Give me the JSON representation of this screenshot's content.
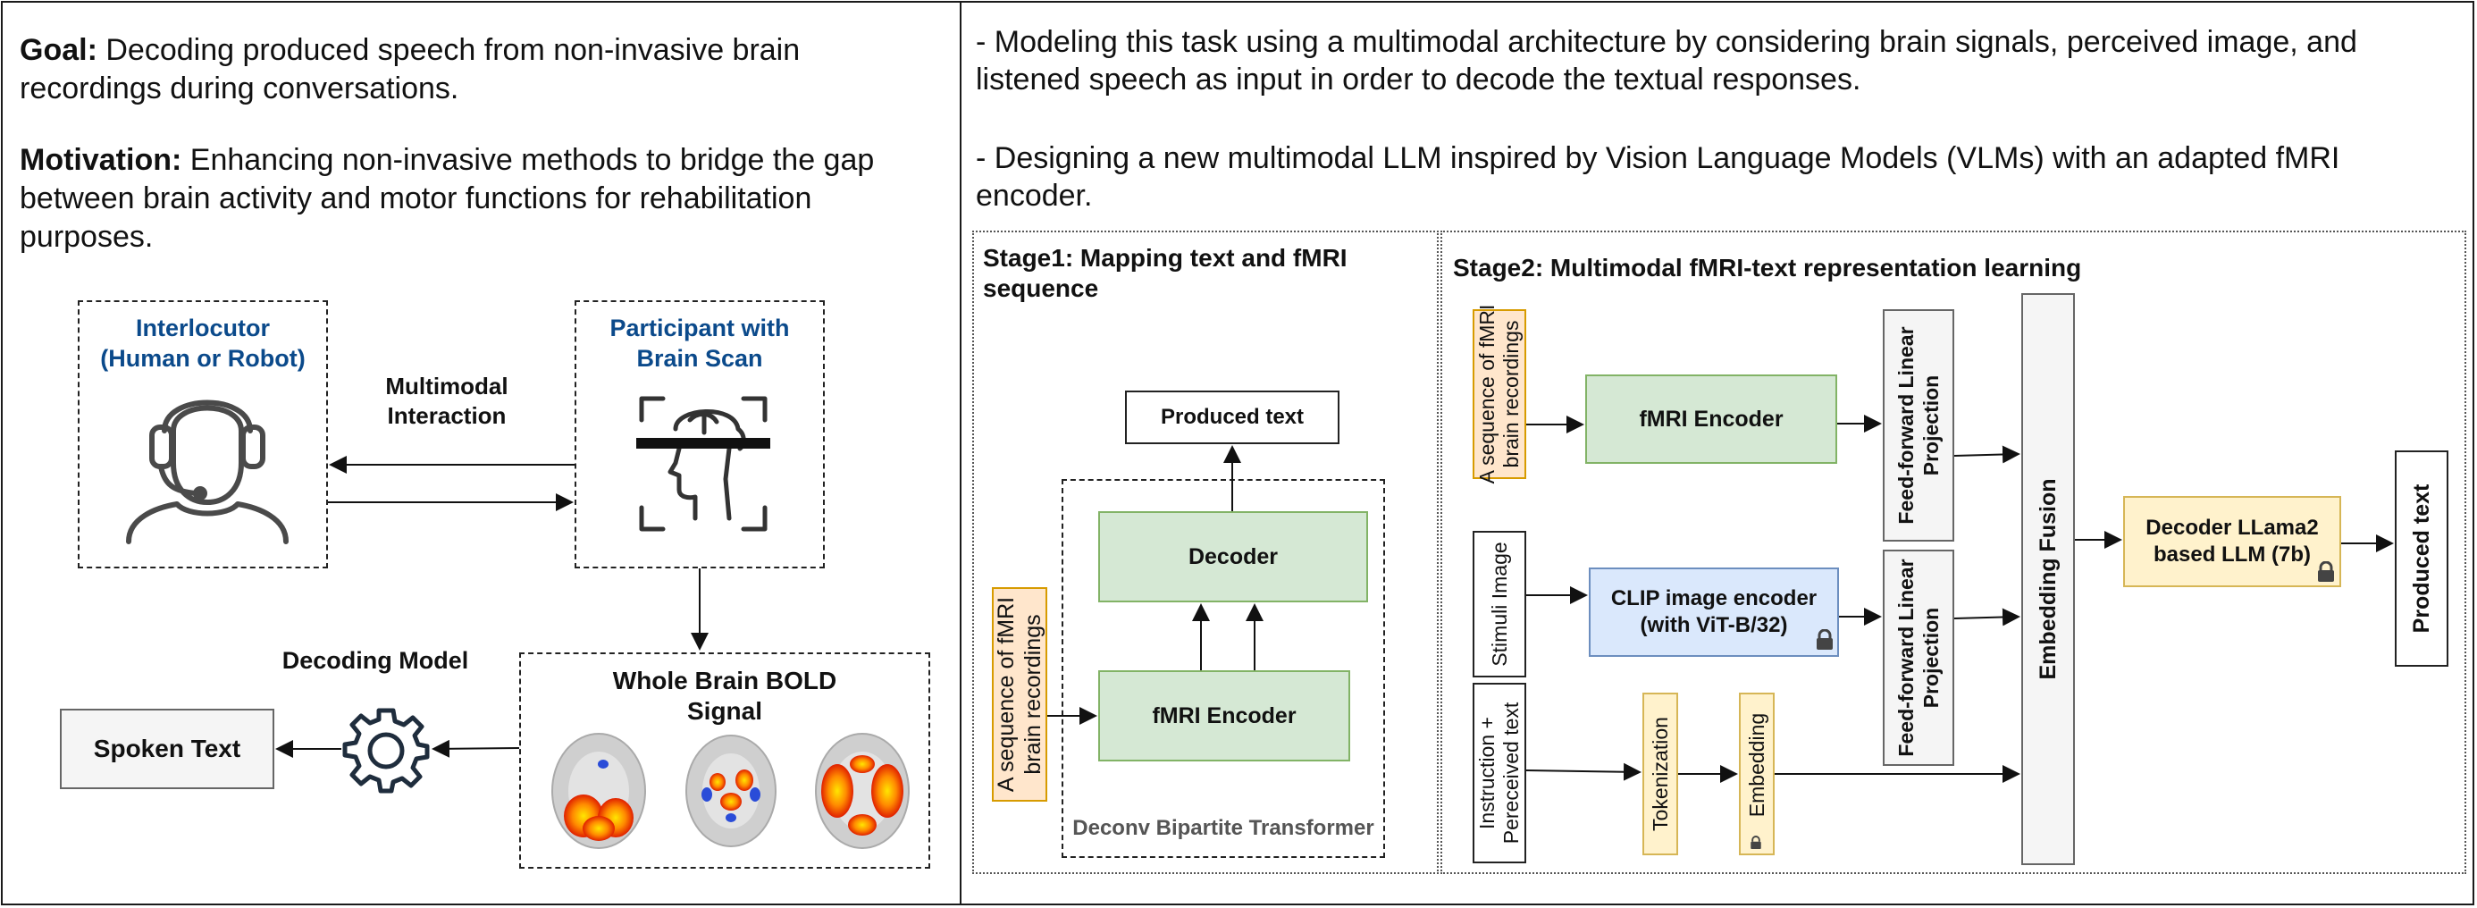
{
  "left_panel": {
    "goal_heading": "Goal:",
    "goal_text": "Decoding produced speech from non-invasive brain recordings during conversations.",
    "motivation_heading": "Motivation:",
    "motivation_text": "Enhancing non-invasive methods to bridge the gap between brain activity and motor functions for rehabilitation purposes.",
    "interlocutor_line1": "Interlocutor",
    "interlocutor_line2": "(Human or Robot)",
    "participant_line1": "Participant with",
    "participant_line2": "Brain Scan",
    "interaction_line1": "Multimodal",
    "interaction_line2": "Interaction",
    "bold_line1": "Whole Brain BOLD",
    "bold_line2": "Signal",
    "decoding_model": "Decoding Model",
    "spoken_text": "Spoken Text"
  },
  "right_panel": {
    "bullet1": "- Modeling this task using a multimodal architecture by considering brain signals, perceived image, and listened speech as input in order to decode the textual responses.",
    "bullet2": "- Designing a new multimodal LLM inspired by Vision Language Models (VLMs) with an adapted fMRI encoder.",
    "stage1": {
      "title": "Stage1: Mapping text and fMRI sequence",
      "input_line1": "A sequence of fMRI",
      "input_line2": "brain recordings",
      "produced_text": "Produced text",
      "decoder": "Decoder",
      "encoder": "fMRI Encoder",
      "container_label": "Deconv Bipartite Transformer"
    },
    "stage2": {
      "title": "Stage2: Multimodal fMRI-text representation learning",
      "input_fmri_line1": "A sequence of fMRI",
      "input_fmri_line2": "brain recordings",
      "input_image": "Stimuli Image",
      "input_text_line1": "Instruction +",
      "input_text_line2": "Pereceived text",
      "fmri_encoder": "fMRI Encoder",
      "clip_line1": "CLIP image encoder",
      "clip_line2": "(with ViT-B/32)",
      "ff1_line1": "Feed-forward Linear",
      "ff1_line2": "Projection",
      "ff2_line1": "Feed-forward Linear",
      "ff2_line2": "Projection",
      "tokenization": "Tokenization",
      "embedding": "Embedding",
      "fusion": "Embedding Fusion",
      "llm_line1": "Decoder LLama2",
      "llm_line2": "based LLM (7b)",
      "output": "Produced text"
    }
  },
  "colors": {
    "green_fill": "#d5e8d4",
    "green_stroke": "#82b366",
    "blue_fill": "#dae8fc",
    "blue_stroke": "#6c8ebf",
    "orange_fill": "#ffe6cc",
    "orange_stroke": "#d79b00",
    "yellow_fill": "#fff2cc",
    "yellow_stroke": "#d6b656",
    "grey_fill": "#f5f5f5",
    "title_blue": "#0b4a8b"
  },
  "icons": [
    "headset-person-icon",
    "brain-scan-icon",
    "gear-icon",
    "lock-icon",
    "brain-activation-map"
  ]
}
